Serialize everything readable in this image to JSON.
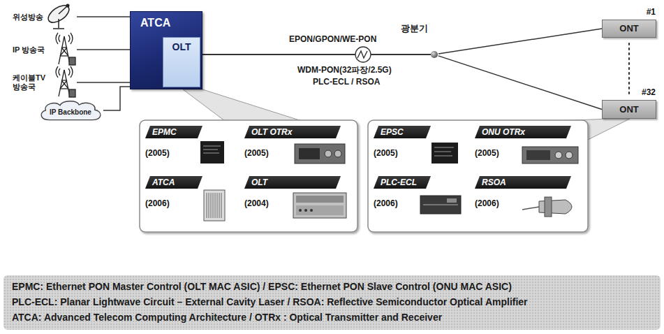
{
  "diagram": {
    "nodes": [
      {
        "text": [
          "위성방송"
        ]
      },
      {
        "text": [
          "IP 방송국"
        ]
      },
      {
        "text": [
          "케이블TV 방송국"
        ]
      },
      {
        "text": [
          "IP Backbone"
        ]
      },
      {
        "text": [
          "ATCA"
        ]
      },
      {
        "text": [
          "OLT"
        ],
        "in": 4
      },
      {
        "text": [
          "광분기"
        ]
      },
      {
        "text": [
          "#1",
          "ONT"
        ]
      },
      {
        "text": [
          "#32",
          "ONT"
        ]
      },
      {
        "text": [
          "EPMC",
          "(2005)"
        ]
      },
      {
        "text": [
          "OLT OTRx",
          "(2005)"
        ]
      },
      {
        "text": [
          "ATCA",
          "(2006)"
        ]
      },
      {
        "text": [
          "OLT",
          "(2004)"
        ]
      },
      {
        "text": [
          "EPSC",
          "(2005)"
        ]
      },
      {
        "text": [
          "ONU OTRx",
          "(2005)"
        ]
      },
      {
        "text": [
          "PLC-ECL",
          "(2006)"
        ]
      },
      {
        "text": [
          "RSOA",
          "(2006)"
        ]
      },
      {
        "text": [
          "EPMC: Ethernet PON Master Control (OLT MAC ASIC) / EPSC: Ethernet PON Slave Control (ONU MAC ASIC)",
          "PLC-ECL: Planar Lightwave Circuit – External Cavity Laser / RSOA: Reflective Semiconductor Optical Amplifier",
          "ATCA: Advanced Telecom Computing Architecture / OTRx : Optical Transmitter and Receiver"
        ]
      }
    ],
    "edges": [
      {
        "from": 0,
        "to": 4,
        "arrow": "none"
      },
      {
        "from": 1,
        "to": 4,
        "arrow": "none"
      },
      {
        "from": 2,
        "to": 4,
        "arrow": "none"
      },
      {
        "from": 3,
        "to": 4,
        "arrow": "none"
      },
      {
        "from": 4,
        "to": 6,
        "arrow": "none"
      },
      {
        "from": 6,
        "to": 7,
        "arrow": "none"
      },
      {
        "from": 6,
        "to": 8,
        "arrow": "none"
      }
    ],
    "labels": [
      "EPON/GPON/WE-PON",
      "WDM-PON(32파장/2.5G)",
      "PLC-ECL / RSOA"
    ]
  }
}
